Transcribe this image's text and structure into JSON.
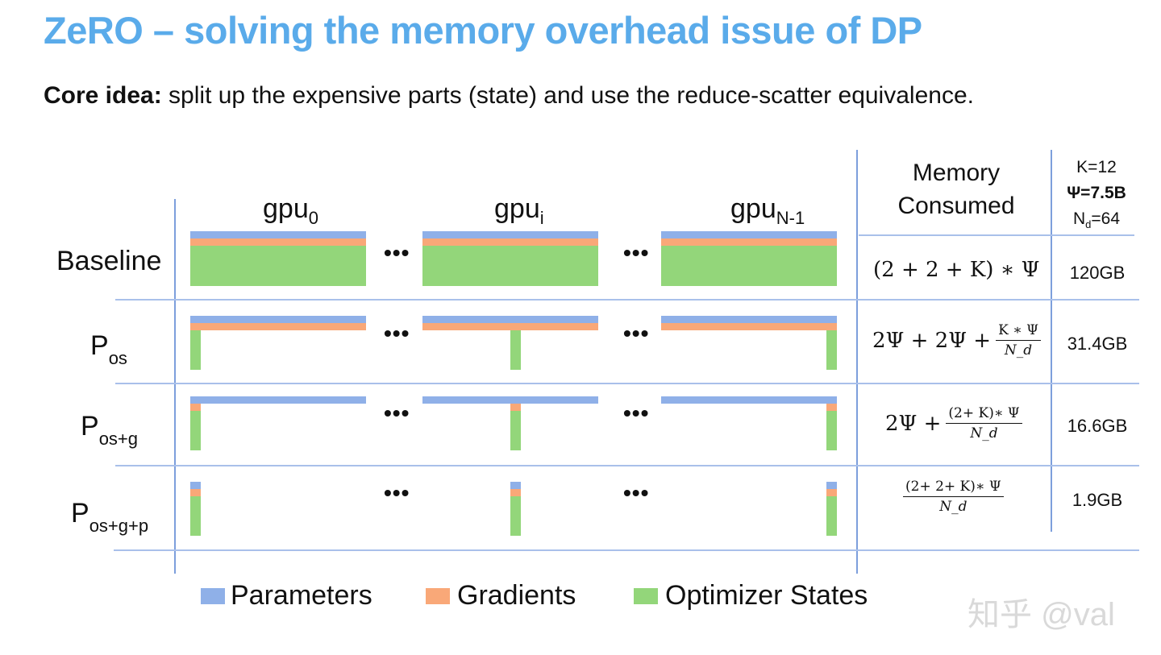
{
  "title": "ZeRO – solving the memory overhead issue of DP",
  "subtitle": {
    "bold": "Core idea:",
    "text": " split up the expensive parts (state) and use the reduce-scatter equivalence."
  },
  "gpus": [
    {
      "base": "gpu",
      "sub": "0"
    },
    {
      "base": "gpu",
      "sub": "i"
    },
    {
      "base": "gpu",
      "sub": "N-1"
    }
  ],
  "ellipsis": "•••",
  "rows": [
    {
      "label": "Baseline",
      "sub": ""
    },
    {
      "label": "P",
      "sub": "os"
    },
    {
      "label": "P",
      "sub": "os+g"
    },
    {
      "label": "P",
      "sub": "os+g+p"
    }
  ],
  "table": {
    "header_line1": "Memory",
    "header_line2": "Consumed",
    "params": {
      "k": "K=12",
      "psi": "Ψ=7.5B",
      "nd_base": "N",
      "nd_sub": "d",
      "nd_val": "=64"
    },
    "formulas": [
      {
        "lead": "(2 + 2 + K) ∗ Ψ"
      },
      {
        "lead": "2Ψ + 2Ψ +",
        "num": "K ∗ Ψ",
        "den": "N_d"
      },
      {
        "lead": "2Ψ +",
        "num": "(2+ K)∗ Ψ",
        "den": "N_d"
      },
      {
        "lead": "",
        "num": "(2+ 2+ K)∗ Ψ",
        "den": "N_d"
      }
    ],
    "values": [
      "120GB",
      "31.4GB",
      "16.6GB",
      "1.9GB"
    ]
  },
  "legend": [
    {
      "label": "Parameters",
      "color": "#8fb0e8"
    },
    {
      "label": "Gradients",
      "color": "#f9a878"
    },
    {
      "label": "Optimizer States",
      "color": "#93d67a"
    }
  ],
  "watermark": "知乎 @val"
}
